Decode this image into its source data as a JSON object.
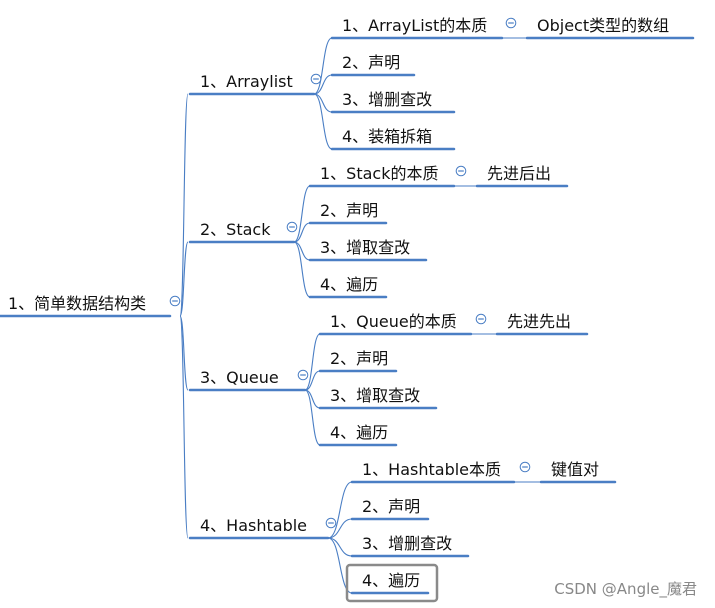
{
  "root": {
    "label": "1、简单数据结构类"
  },
  "branches": [
    {
      "label": "1、Arraylist",
      "children": [
        {
          "label": "1、ArrayList的本质",
          "detail": "Object类型的数组"
        },
        {
          "label": "2、声明"
        },
        {
          "label": "3、增删查改"
        },
        {
          "label": "4、装箱拆箱"
        }
      ]
    },
    {
      "label": "2、Stack",
      "children": [
        {
          "label": "1、Stack的本质",
          "detail": "先进后出"
        },
        {
          "label": "2、声明"
        },
        {
          "label": "3、增取查改"
        },
        {
          "label": "4、遍历"
        }
      ]
    },
    {
      "label": "3、Queue",
      "children": [
        {
          "label": "1、Queue的本质",
          "detail": "先进先出"
        },
        {
          "label": "2、声明"
        },
        {
          "label": "3、增取查改"
        },
        {
          "label": "4、遍历"
        }
      ]
    },
    {
      "label": "4、Hashtable",
      "children": [
        {
          "label": "1、Hashtable本质",
          "detail": "键值对"
        },
        {
          "label": "2、声明"
        },
        {
          "label": "3、增删查改"
        },
        {
          "label": "4、遍历",
          "selected": true
        }
      ]
    }
  ],
  "watermark": "CSDN @Angle_魔君",
  "colors": {
    "line": "#4a7ec4",
    "text": "#111111",
    "selection": "#8a8a8a"
  }
}
